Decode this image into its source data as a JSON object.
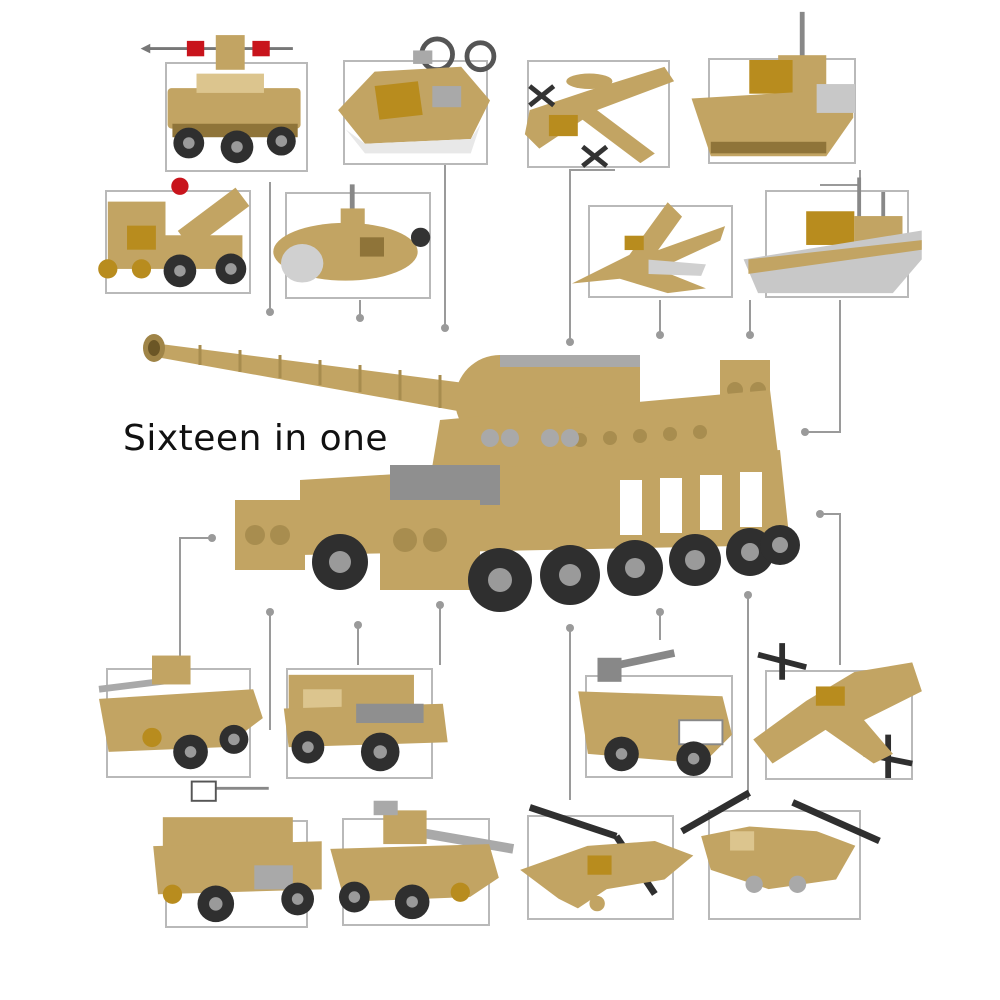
{
  "headline": "Sixteen in one",
  "colors": {
    "brick": "#c2a463",
    "brick_dark": "#8f7439",
    "brick_light": "#dcc58e",
    "tire": "#2f2f2f",
    "hub": "#9a9a9a",
    "frame": "#b9b9b9",
    "connector": "#9a9a9a",
    "trans_yellow": "#b88c1e",
    "accent_red": "#c8141c",
    "gray_part": "#a9a9a9"
  },
  "main_model": {
    "kind": "tank"
  },
  "models": [
    {
      "kind": "missile-car"
    },
    {
      "kind": "hovercraft"
    },
    {
      "kind": "radar-plane"
    },
    {
      "kind": "battleship"
    },
    {
      "kind": "rocket-truck"
    },
    {
      "kind": "submarine"
    },
    {
      "kind": "fighter-jet"
    },
    {
      "kind": "destroyer"
    },
    {
      "kind": "armored-car"
    },
    {
      "kind": "humvee"
    },
    {
      "kind": "turret-jeep"
    },
    {
      "kind": "cargo-plane"
    },
    {
      "kind": "missile-jeep"
    },
    {
      "kind": "light-tank"
    },
    {
      "kind": "attack-helicopter"
    },
    {
      "kind": "transport-helicopter"
    }
  ]
}
